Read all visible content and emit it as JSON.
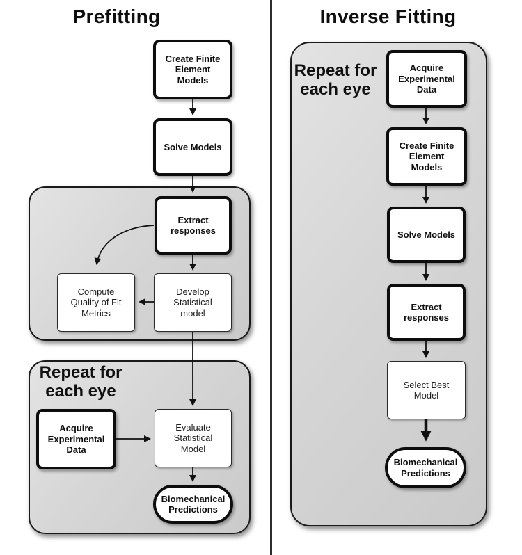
{
  "diagram": {
    "left": {
      "title": "Prefitting",
      "repeat_label": "Repeat for\neach eye",
      "nodes": {
        "create_fem": "Create Finite\nElement\nModels",
        "solve_models": "Solve Models",
        "extract_responses": "Extract\nresponses",
        "compute_fit": "Compute\nQuality of Fit\nMetrics",
        "develop_stat": "Develop\nStatistical\nmodel",
        "acquire_data": "Acquire\nExperimental\nData",
        "evaluate_stat": "Evaluate\nStatistical\nModel",
        "predictions": "Biomechanical\nPredictions"
      }
    },
    "right": {
      "title": "Inverse Fitting",
      "repeat_label": "Repeat for\neach eye",
      "nodes": {
        "acquire_data": "Acquire\nExperimental\nData",
        "create_fem": "Create Finite\nElement\nModels",
        "solve_models": "Solve Models",
        "extract_responses": "Extract\nresponses",
        "select_best": "Select Best\nModel",
        "predictions": "Biomechanical\nPredictions"
      }
    },
    "colors": {
      "background": "#ffffff",
      "container_fill": "#d6d6d6",
      "box_fill": "#ffffff",
      "stroke": "#111111",
      "divider": "#2d2d2d"
    }
  }
}
